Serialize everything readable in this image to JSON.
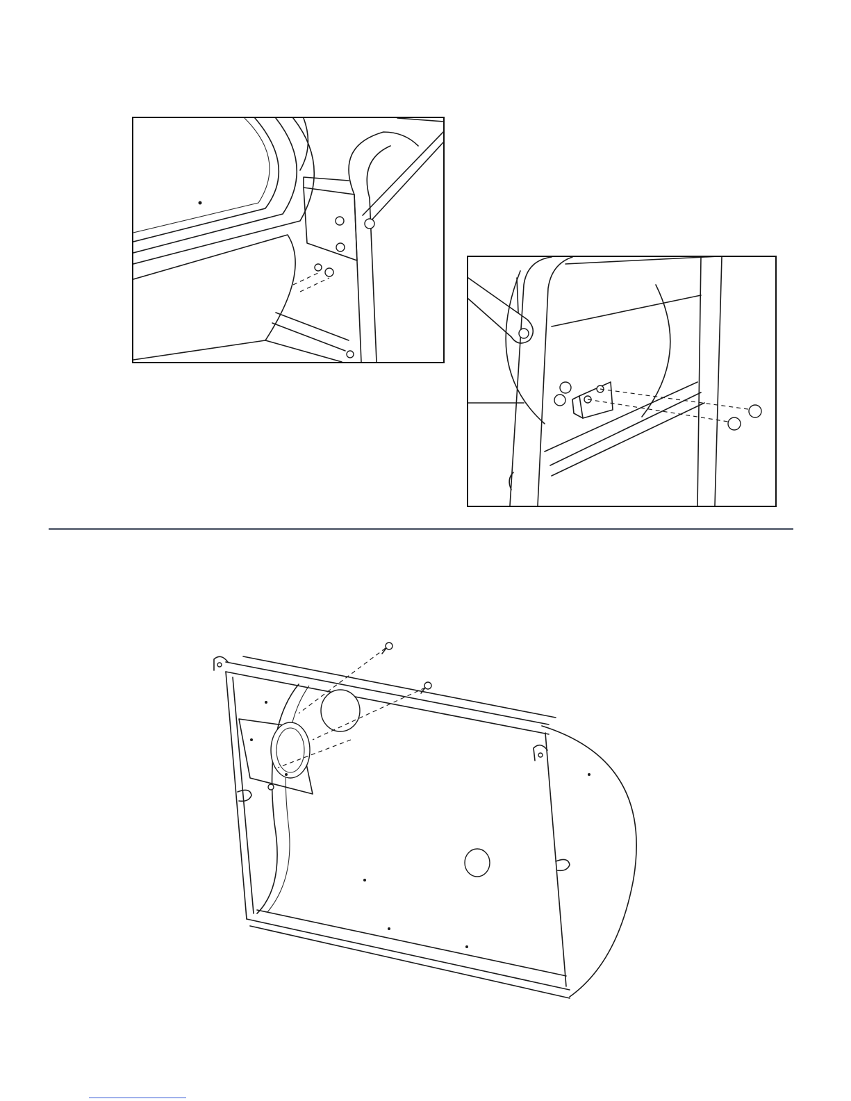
{
  "page": {
    "figures": [
      {
        "id": "detail-upper-left",
        "subject": "hood-hinge-bracket-mounting"
      },
      {
        "id": "detail-right",
        "subject": "front-rail-bracket-mounting"
      },
      {
        "id": "main-exploded",
        "subject": "firebox-body-exploded-view"
      }
    ],
    "colors": {
      "line": "#1a1a1a",
      "divider": "#6b7280",
      "link_underline": "#2f55d4"
    }
  }
}
